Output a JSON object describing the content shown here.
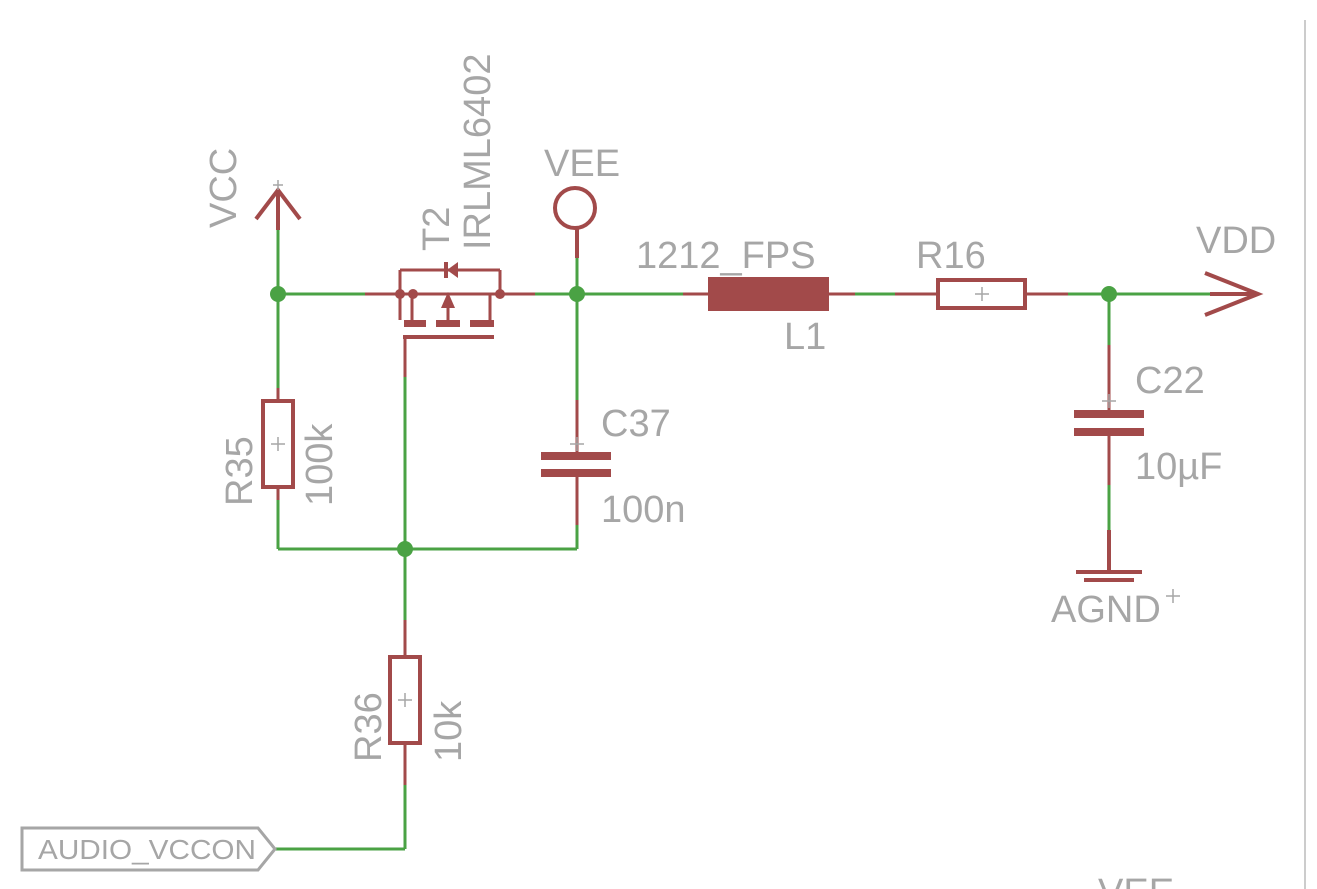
{
  "schematic": {
    "supplies": {
      "vcc": "VCC",
      "vee": "VEE",
      "vdd": "VDD",
      "agnd": "AGND",
      "vee_bottom": "VEE"
    },
    "transistor": {
      "name": "T2",
      "value": "IRLML6402"
    },
    "inductor": {
      "name": "L1",
      "value": "1212_FPS"
    },
    "resistors": {
      "r16": {
        "name": "R16"
      },
      "r35": {
        "name": "R35",
        "value": "100k"
      },
      "r36": {
        "name": "R36",
        "value": "10k"
      }
    },
    "capacitors": {
      "c37": {
        "name": "C37",
        "value": "100n"
      },
      "c22": {
        "name": "C22",
        "value": "10µF"
      }
    },
    "net_port": "AUDIO_VCCON",
    "colors": {
      "wire": "#4aa244",
      "component": "#a24a4a",
      "label": "#a6a6a6",
      "frame": "#cccccc"
    }
  }
}
